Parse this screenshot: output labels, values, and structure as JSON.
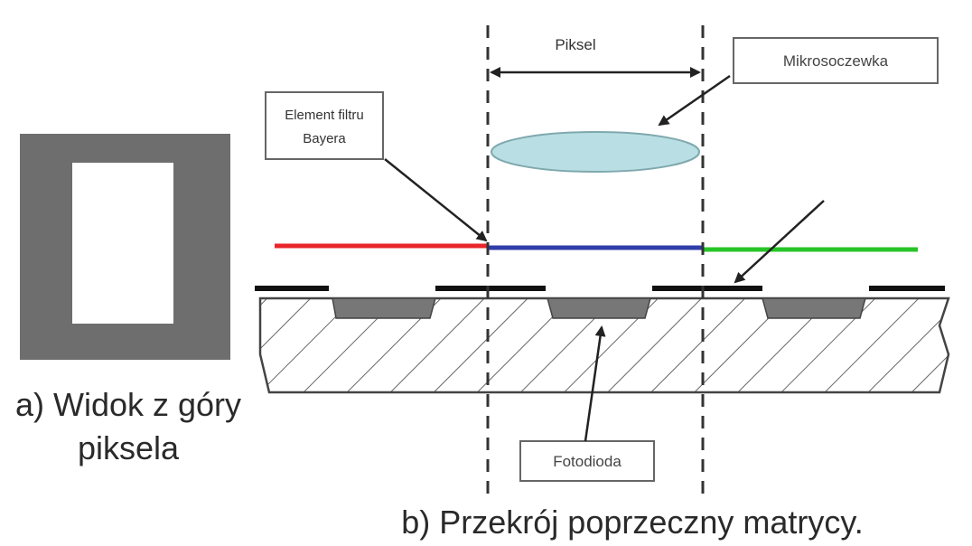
{
  "labels": {
    "piksel": "Piksel",
    "mikrosoczewka": "Mikrosoczewka",
    "element_line1": "Element filtru",
    "element_line2": "Bayera",
    "fotodioda": "Fotodioda"
  },
  "captions": {
    "a_line1": "a) Widok z góry",
    "a_line2": "piksela",
    "b": "b) Przekrój poprzeczny matrycy."
  },
  "colors": {
    "filter_red": "#e8262b",
    "filter_blue": "#2f3ea8",
    "filter_green": "#27c427",
    "microlens": "#b9dfe4",
    "pixel_frame": "#6e6e6e",
    "photodiode": "#777777"
  }
}
